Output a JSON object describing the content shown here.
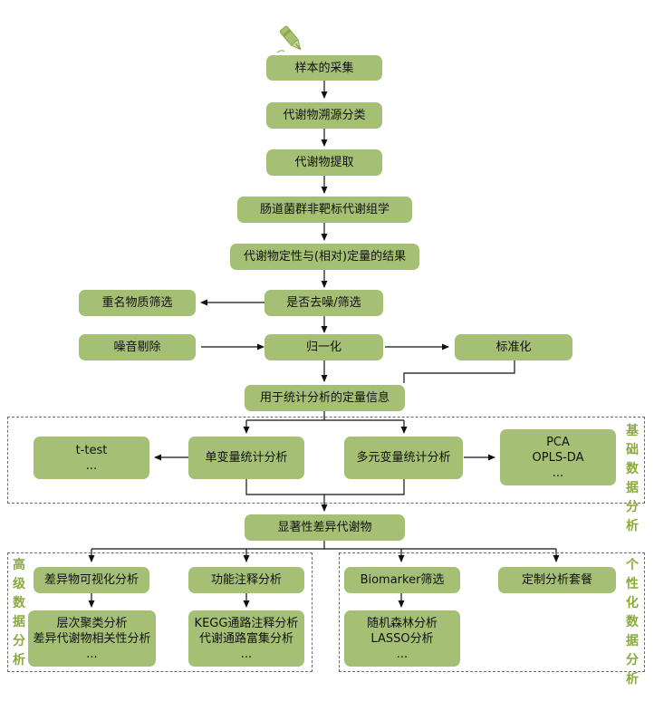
{
  "nodes": {
    "sample_collection": "样本的采集",
    "metabolite_source": "代谢物溯源分类",
    "metabolite_extraction": "代谢物提取",
    "gut_untargeted": "肠道菌群非靶标代谢组学",
    "results": "代谢物定性与(相对)定量的结果",
    "denoise_filter": "是否去噪/筛选",
    "duplicate_filter": "重名物质筛选",
    "noise_removal": "噪音剔除",
    "normalization": "归一化",
    "standardization": "标准化",
    "quant_info": "用于统计分析的定量信息",
    "univariate": "单变量统计分析",
    "multivariate": "多元变量统计分析",
    "ttest": [
      "t-test",
      "..."
    ],
    "pca": [
      "PCA",
      "OPLS-DA",
      "..."
    ],
    "significant": "显著性差异代谢物",
    "diff_visual": "差异物可视化分析",
    "clustering": [
      "层次聚类分析",
      "差异代谢物相关性分析",
      "..."
    ],
    "func_annot": "功能注释分析",
    "kegg": [
      "KEGG通路注释分析",
      "代谢通路富集分析",
      "..."
    ],
    "biomarker": "Biomarker筛选",
    "random_forest": [
      "随机森林分析",
      "LASSO分析",
      "..."
    ],
    "custom_package": "定制分析套餐"
  },
  "region_labels": {
    "basic": "基础数据分析",
    "advanced": "高级数据分析",
    "personalized": "个性化数据分析"
  },
  "colors": {
    "box": "#a5bf75",
    "label": "#8aaa3c",
    "line": "#111111",
    "dash": "#6b6b6b"
  },
  "icons": [
    "pen-icon"
  ]
}
